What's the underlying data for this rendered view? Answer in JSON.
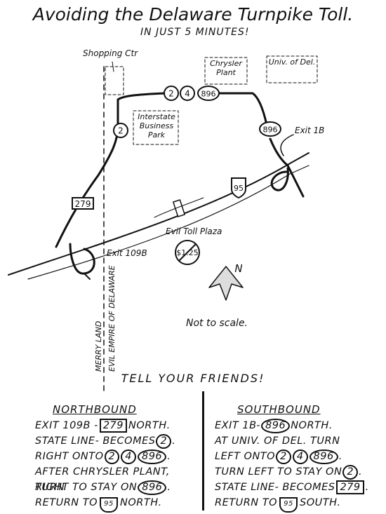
{
  "title": "Avoiding the Delaware Turnpike Toll.",
  "subtitle": "IN JUST 5 MINUTES!",
  "map": {
    "labels": {
      "shopping_ctr": "Shopping Ctr",
      "chrysler_plant": "Chrysler Plant",
      "univ_del": "Univ. of Del.",
      "interstate_business_park": "Interstate Business Park",
      "exit_1b": "Exit 1B",
      "exit_109b": "Exit 109B",
      "evil_toll_plaza": "Evil Toll Plaza",
      "toll_amount": "$1.25",
      "north": "N",
      "not_to_scale": "Not to scale.",
      "merry_land": "MERRY LAND",
      "evil_empire": "EVIL EMPIRE OF DELAWARE"
    },
    "route_markers": {
      "r2": "2",
      "r4": "4",
      "r896": "896",
      "r279": "279",
      "i95": "95"
    }
  },
  "tell_friends": "TELL YOUR FRIENDS!",
  "northbound": {
    "heading": "NORTHBOUND",
    "steps": [
      {
        "a": "EXIT 109B -",
        "m1": "279",
        "b": "NORTH."
      },
      {
        "a": "STATE LINE- BECOMES",
        "m1": "2",
        "b": "."
      },
      {
        "a": "RIGHT ONTO",
        "m1": "2",
        "m2": "4",
        "m3": "896",
        "b": "."
      },
      {
        "a": "AFTER CHRYSLER PLANT, TURN"
      },
      {
        "a": "RIGHT TO STAY ON",
        "m1": "896",
        "b": "."
      },
      {
        "a": "RETURN TO",
        "m1": "95",
        "b": "NORTH."
      }
    ]
  },
  "southbound": {
    "heading": "SOUTHBOUND",
    "steps": [
      {
        "a": "EXIT 1B-",
        "m1": "896",
        "b": "NORTH."
      },
      {
        "a": "AT UNIV. OF DEL. TURN"
      },
      {
        "a": "LEFT ONTO",
        "m1": "2",
        "m2": "4",
        "m3": "896",
        "b": "."
      },
      {
        "a": "TURN LEFT TO STAY ON",
        "m1": "2",
        "b": "."
      },
      {
        "a": "STATE LINE- BECOMES",
        "m1": "279",
        "b": "."
      },
      {
        "a": "RETURN TO",
        "m1": "95",
        "b": "SOUTH."
      }
    ]
  }
}
